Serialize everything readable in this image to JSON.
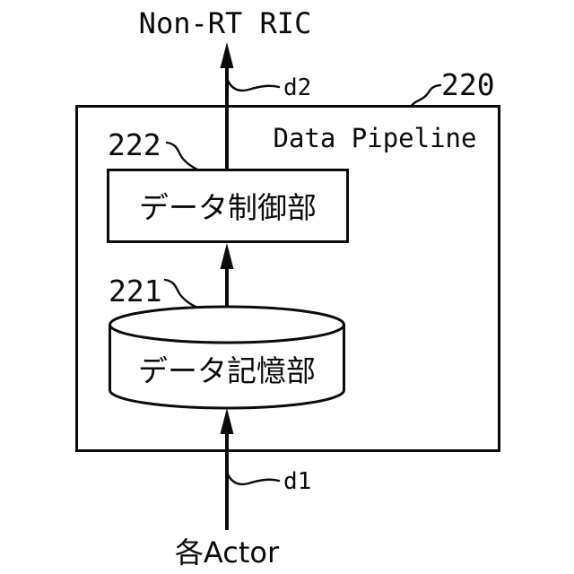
{
  "figure": {
    "top_node_label": "Non-RT RIC",
    "bottom_node_label": "各Actor",
    "flow_labels": {
      "d1": "d1",
      "d2": "d2"
    },
    "pipeline": {
      "ref_number": "220",
      "title": "Data Pipeline",
      "control_unit": {
        "ref_number": "222",
        "label": "データ制御部"
      },
      "storage_unit": {
        "ref_number": "221",
        "label": "データ記憶部"
      }
    },
    "colors": {
      "line": "#0b0b0b",
      "background": "#ffffff"
    }
  }
}
